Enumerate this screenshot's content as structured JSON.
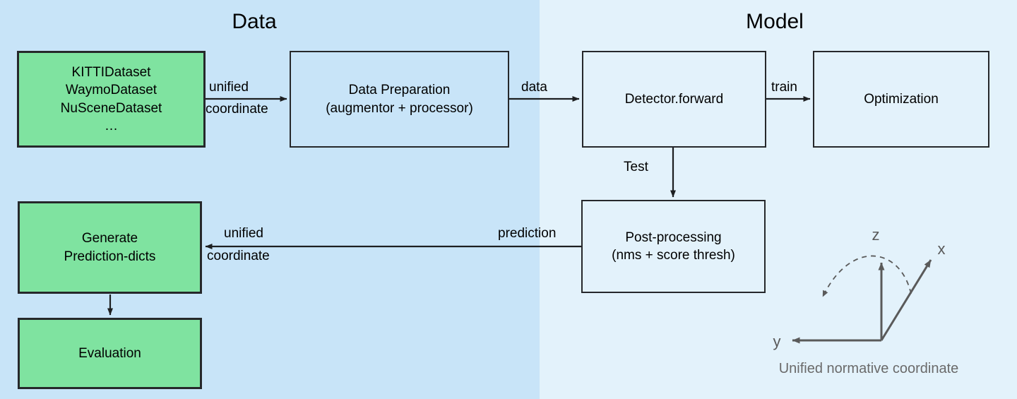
{
  "figure": {
    "type": "flowchart",
    "panels": [
      {
        "id": "data",
        "title": "Data",
        "bg": "#c8e4f8"
      },
      {
        "id": "model",
        "title": "Model",
        "bg": "#e3f2fb"
      }
    ],
    "colors": {
      "panel_data_bg": "#c8e4f8",
      "panel_model_bg": "#e3f2fb",
      "green_node_fill": "#7fe3a0",
      "node_border": "#26282b",
      "text": "#000000",
      "coordinate_gray": "#5a5a5a",
      "caption_gray": "#6a6a6a"
    },
    "nodes": [
      {
        "id": "datasets",
        "panel": "data",
        "style": "green",
        "label": "KITTIDataset\nWaymoDataset\nNuSceneDataset\n…"
      },
      {
        "id": "dataprep",
        "panel": "data",
        "style": "outline",
        "label": "Data Preparation\n(augmentor + processor)"
      },
      {
        "id": "detector",
        "panel": "model",
        "style": "outline",
        "label": "Detector.forward"
      },
      {
        "id": "optimization",
        "panel": "model",
        "style": "outline",
        "label": "Optimization"
      },
      {
        "id": "postprocessing",
        "panel": "model",
        "style": "outline",
        "label": "Post-processing\n(nms + score thresh)"
      },
      {
        "id": "generate-prediction-dicts",
        "panel": "data",
        "style": "green",
        "label": "Generate\nPrediction-dicts"
      },
      {
        "id": "evaluation",
        "panel": "data",
        "style": "green",
        "label": "Evaluation"
      }
    ],
    "edges": [
      {
        "from": "datasets",
        "to": "dataprep",
        "label_line1": "unified",
        "label_line2": "coordinate"
      },
      {
        "from": "dataprep",
        "to": "detector",
        "label": "data"
      },
      {
        "from": "detector",
        "to": "optimization",
        "label": "train"
      },
      {
        "from": "detector",
        "to": "postprocessing",
        "label": "Test"
      },
      {
        "from": "postprocessing",
        "to": "generate-prediction-dicts",
        "label_left": "prediction",
        "label_line1": "unified",
        "label_line2": "coordinate"
      },
      {
        "from": "generate-prediction-dicts",
        "to": "evaluation",
        "label": ""
      }
    ],
    "coordinate_legend": {
      "caption": "Unified normative coordinate",
      "axes": [
        {
          "name": "z",
          "direction": "up"
        },
        {
          "name": "x",
          "direction": "upper-right"
        },
        {
          "name": "y",
          "direction": "left"
        }
      ],
      "arc": "dashed rotation arc from x toward y"
    }
  }
}
